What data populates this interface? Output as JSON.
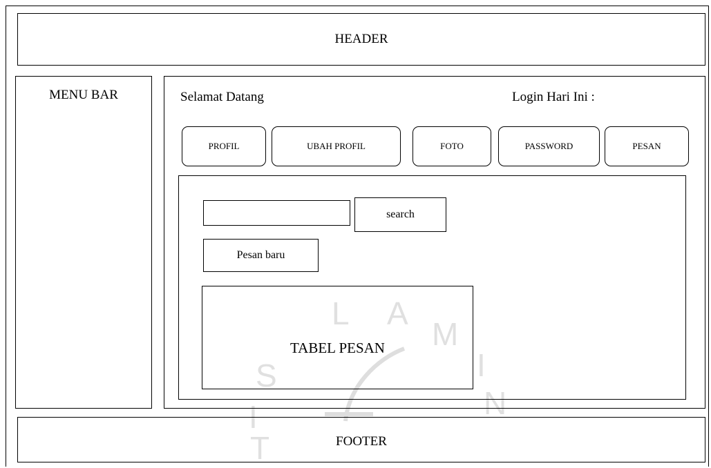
{
  "header": {
    "label": "HEADER"
  },
  "menu_bar": {
    "label": "MENU BAR"
  },
  "main": {
    "welcome": "Selamat Datang",
    "login_today": "Login Hari Ini :",
    "tabs": [
      {
        "label": "PROFIL"
      },
      {
        "label": "UBAH PROFIL"
      },
      {
        "label": "FOTO"
      },
      {
        "label": "PASSWORD"
      },
      {
        "label": "PESAN"
      }
    ],
    "search": {
      "value": "",
      "button_label": "search"
    },
    "new_message_label": "Pesan baru",
    "message_table_label": "TABEL PESAN"
  },
  "footer": {
    "label": "FOOTER"
  },
  "watermark": {
    "text": "ISLAM INDO SITAS",
    "color": "#d9d9d9"
  }
}
